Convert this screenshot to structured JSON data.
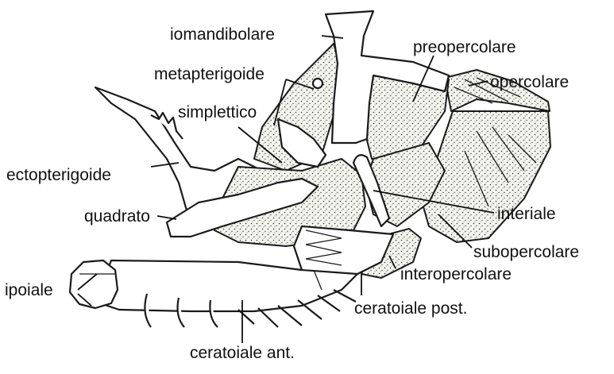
{
  "diagram": {
    "labels": {
      "iomandibolare": "iomandibolare",
      "preopercolare": "preopercolare",
      "metapterigoide": "metapterigoide",
      "opercolare": "opercolare",
      "simplettico": "simplettico",
      "ectopterigoide": "ectopterigoide",
      "quadrato": "quadrato",
      "interiale": "interiale",
      "subopercolare": "subopercolare",
      "interopercolare": "interopercolare",
      "ipoiale": "ipoiale",
      "ceratoiale_post": "ceratoiale post.",
      "ceratoiale_ant": "ceratoiale ant."
    }
  }
}
